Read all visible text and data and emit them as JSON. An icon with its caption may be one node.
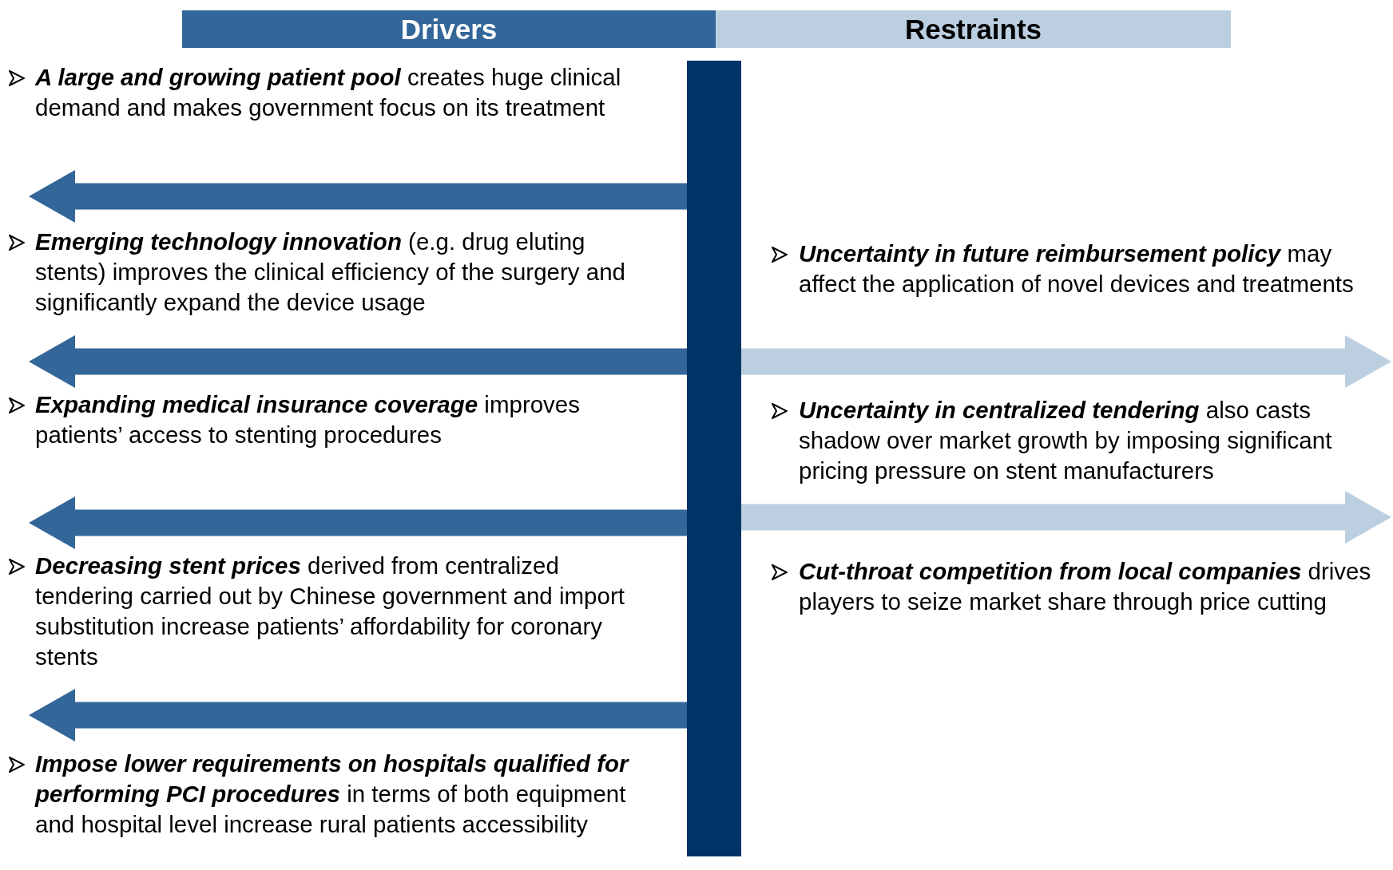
{
  "diagram": {
    "nodes": [
      {
        "text": [
          "Drivers"
        ]
      },
      {
        "text": [
          "Restraints"
        ]
      },
      {
        "text": [],
        "shape": "bar"
      }
    ],
    "edges": [
      {
        "from": 2,
        "to": null,
        "arrow": "to"
      },
      {
        "from": 2,
        "to": null,
        "arrow": "to"
      },
      {
        "from": 2,
        "to": null,
        "arrow": "to"
      },
      {
        "from": 2,
        "to": null,
        "arrow": "to"
      },
      {
        "from": 2,
        "to": null,
        "arrow": "to",
        "color": "#bccfe0"
      },
      {
        "from": 2,
        "to": null,
        "arrow": "to",
        "color": "#bccfe0"
      }
    ],
    "labels": [
      "**A large and growing patient pool** creates huge clinical demand and makes government focus on its treatment",
      "**Emerging technology innovation** (e.g. drug eluting stents) improves the clinical efficiency of the surgery and significantly expand the device usage",
      "**Expanding medical insurance coverage** improves patients’ access to stenting procedures",
      "**Decreasing stent prices** derived from centralized tendering carried out by Chinese government and import substitution increase patients’ affordability for coronary stents",
      "**Impose lower requirements on hospitals qualified for performing PCI procedures** in terms of both equipment and hospital level increase rural patients accessibility",
      "**Uncertainty in future reimbursement policy** may affect the application of novel devices and treatments",
      "**Uncertainty in centralized tendering** also casts shadow over market growth by imposing significant pricing pressure on stent manufacturers",
      "**Cut-throat competition from local companies** drives players to seize market share through price cutting"
    ]
  }
}
